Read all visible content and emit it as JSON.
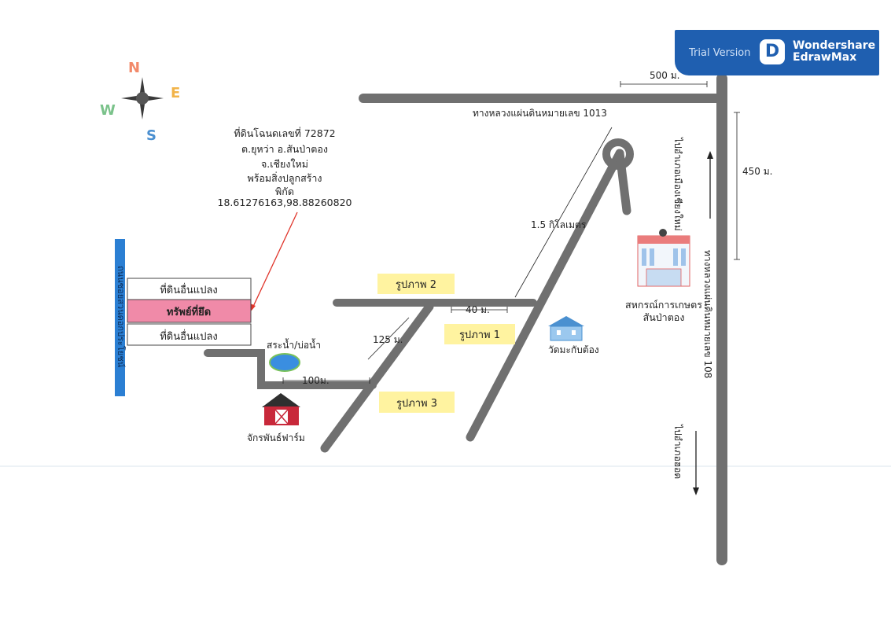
{
  "badge": {
    "trial_label": "Trial Version",
    "brand_line1": "Wondershare",
    "brand_line2": "EdrawMax"
  },
  "compass": {
    "n": "N",
    "e": "E",
    "s": "S",
    "w": "W"
  },
  "property_note": {
    "line1": "ที่ดินโฉนดเลขที่ 72872",
    "line2": "ต.ยุหว่า อ.สันป่าตอง",
    "line3": "จ.เชียงใหม่",
    "line4": "พร้อมสิ่งปลูกสร้าง",
    "line5": "พิกัด",
    "line6": "18.61276163,98.88260820"
  },
  "plots": {
    "top": "ที่ดินอื่นแปลง",
    "target": "ทรัพย์ที่ยึด",
    "bottom": "ที่ดินอื่นแปลง",
    "colors": {
      "target": "#f08aa8",
      "road_blue": "#2b7fd3"
    }
  },
  "left_road_label": "ถนนซอยสวนดอกประโยชน์",
  "photos": {
    "p1": "รูปภาพ 1",
    "p2": "รูปภาพ 2",
    "p3": "รูปภาพ 3"
  },
  "distances": {
    "d500": "500 ม.",
    "d450": "450 ม.",
    "d15km": "1.5 กิโลเมตร",
    "d40": "40 ม.",
    "d125": "125 ม.",
    "d100": "100ม."
  },
  "roads": {
    "highway1013": "ทางหลวงแผ่นดินหมายเลข 1013",
    "highway108": "ทางหลวงแผ่นดินหมายเลข 108",
    "to_chiangmai": "ไปอำเภอเมืองเชียงใหม่",
    "to_hot": "ไปอำเภอฮอด"
  },
  "landmarks": {
    "pond": "สระน้ำ/บ่อน้ำ",
    "farm": "จักรพันธ์ฟาร์ม",
    "temple": "วัดมะกับต้อง",
    "coop_line1": "สหกรณ์การเกษตร",
    "coop_line2": "สันป่าตอง"
  },
  "colors": {
    "road": "#707070",
    "photo_label_bg": "#fff3a0",
    "badge": "#1f5fb0"
  }
}
